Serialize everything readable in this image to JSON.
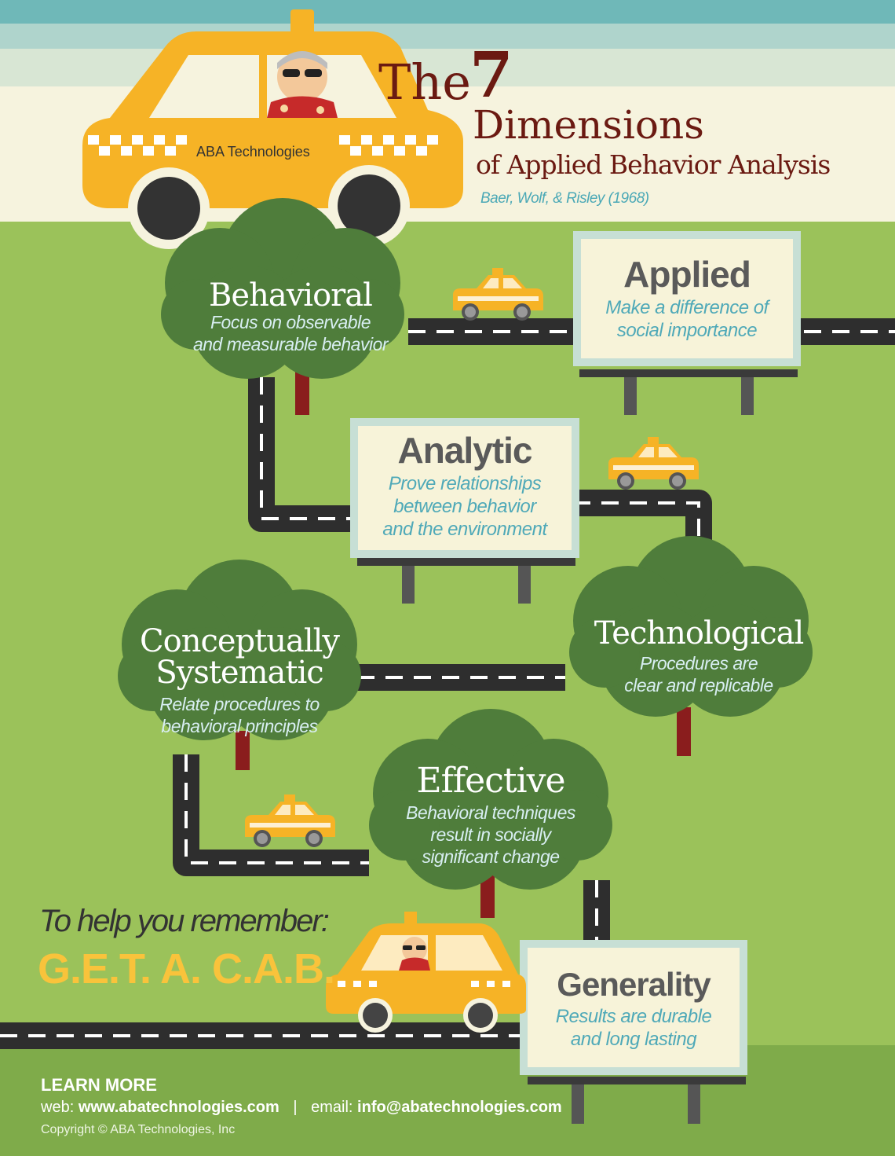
{
  "title": {
    "prefix": "The",
    "number": "7",
    "main": "Dimensions",
    "subtitle": "of Applied Behavior Analysis",
    "citation": "Baer, Wolf, & Risley (1968)"
  },
  "brand": "ABA Technologies",
  "dimensions": {
    "behavioral": {
      "name": "Behavioral",
      "desc1": "Focus on observable",
      "desc2": "and measurable behavior"
    },
    "applied": {
      "name": "Applied",
      "desc1": "Make a difference of",
      "desc2": "social importance"
    },
    "analytic": {
      "name": "Analytic",
      "desc1": "Prove relationships",
      "desc2": "between behavior",
      "desc3": "and the environment"
    },
    "conceptual": {
      "name1": "Conceptually",
      "name2": "Systematic",
      "desc1": "Relate procedures to",
      "desc2": "behavioral principles"
    },
    "technological": {
      "name": "Technological",
      "desc1": "Procedures are",
      "desc2": "clear and replicable"
    },
    "effective": {
      "name": "Effective",
      "desc1": "Behavioral techniques",
      "desc2": "result in socially",
      "desc3": "significant change"
    },
    "generality": {
      "name": "Generality",
      "desc1": "Results are durable",
      "desc2": "and long lasting"
    }
  },
  "remember": {
    "heading": "To help you remember:",
    "mnemonic": "G.E.T. A. C.A.B."
  },
  "footer": {
    "learn_more": "LEARN MORE",
    "web_label": "web:",
    "web_url": "www.abatechnologies.com",
    "separator": "|",
    "email_label": "email:",
    "email": "info@abatechnologies.com",
    "copyright": "Copyright © ABA Technologies, Inc"
  },
  "colors": {
    "grass": "#9bc25a",
    "tree": "#4f7d3b",
    "road": "#2e2e2e",
    "taxi": "#f6b326",
    "sign": "#f7f3d9",
    "title": "#6b1a12",
    "accent_teal": "#4fa9b8"
  }
}
